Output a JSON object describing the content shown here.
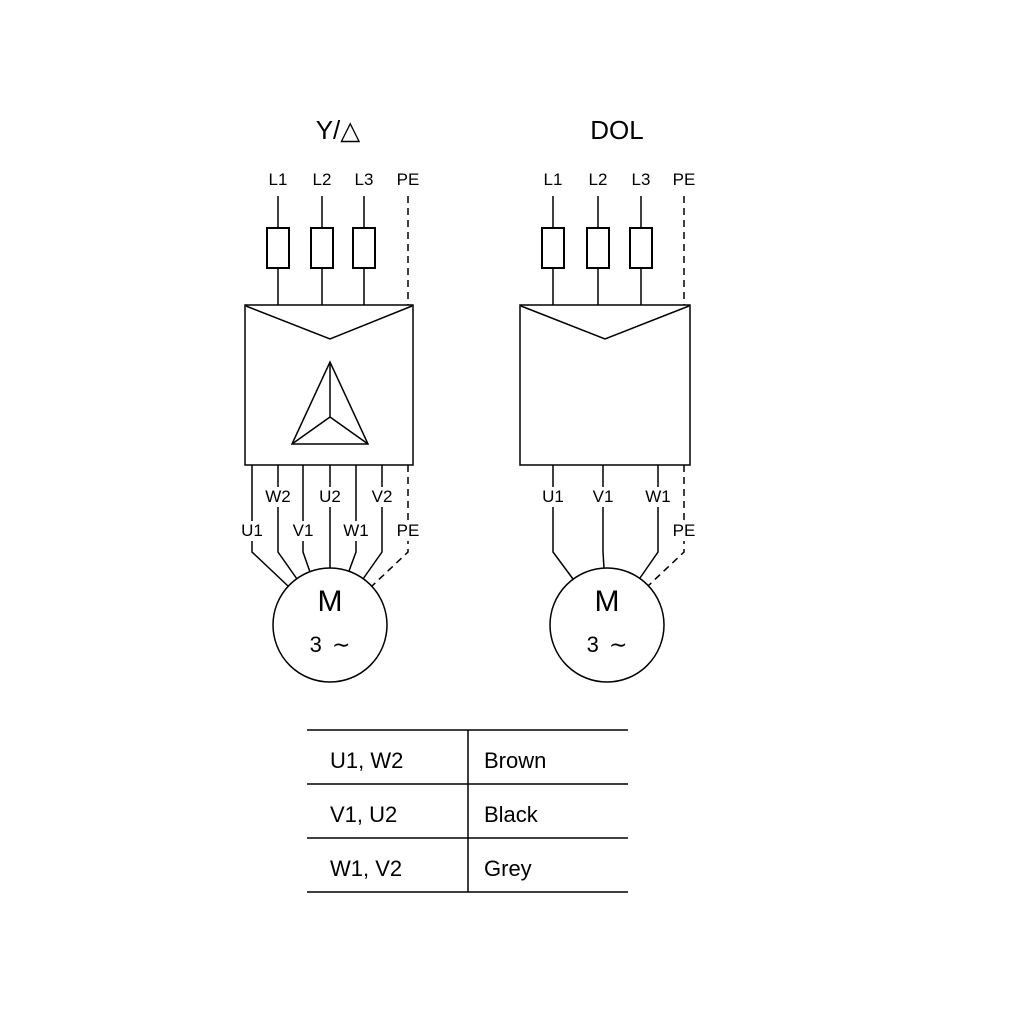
{
  "diagrams": [
    {
      "title": "Y/△",
      "top_terminals": [
        "L1",
        "L2",
        "L3",
        "PE"
      ],
      "out_row1": [
        "W2",
        "U2",
        "V2"
      ],
      "out_row2": [
        "U1",
        "V1",
        "W1",
        "PE"
      ],
      "motor": {
        "letter": "M",
        "phase": "3 ∼"
      }
    },
    {
      "title": "DOL",
      "top_terminals": [
        "L1",
        "L2",
        "L3",
        "PE"
      ],
      "out_row1": [
        "U1",
        "V1",
        "W1"
      ],
      "out_row2": [
        "PE"
      ],
      "motor": {
        "letter": "M",
        "phase": "3 ∼"
      }
    }
  ],
  "table": {
    "rows": [
      {
        "terminals": "U1, W2",
        "color": "Brown"
      },
      {
        "terminals": "V1, U2",
        "color": "Black"
      },
      {
        "terminals": "W1, V2",
        "color": "Grey"
      }
    ]
  },
  "colors": {
    "line": "#000000",
    "background": "#ffffff"
  }
}
